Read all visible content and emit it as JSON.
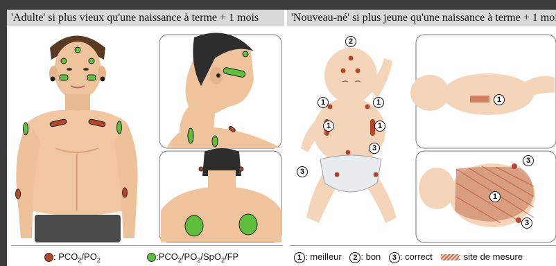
{
  "left_title": "'Adulte' si plus vieux qu'une naissance à terme + 1 mois",
  "right_title": "'Nouveau-né' si plus jeune qu'une naissance à terme + 1 mois",
  "legend_left": {
    "brown_label_prefix": ": PCO",
    "brown_sub1": "2",
    "brown_mid": "/PO",
    "brown_sub2": "2",
    "green_label_prefix": ":PCO",
    "green_sub1": "2",
    "green_mid": "/PO",
    "green_sub2": "2",
    "green_mid2": "/SpO",
    "green_sub3": "2",
    "green_tail": "/FP"
  },
  "legend_right": {
    "n1": "1",
    "l1": ": meilleur",
    "n2": "2",
    "l2": ": bon",
    "n3": "3",
    "l3": ": correct",
    "l4": ": site de mesure"
  },
  "markers": [
    "2",
    "1",
    "1",
    "1",
    "1",
    "3",
    "3",
    "1",
    "3",
    "1",
    "3"
  ],
  "colors": {
    "brown": "#b5452a",
    "green": "#5fbf3c",
    "skin": "#f1cfae",
    "header": "#d9d9d9"
  }
}
